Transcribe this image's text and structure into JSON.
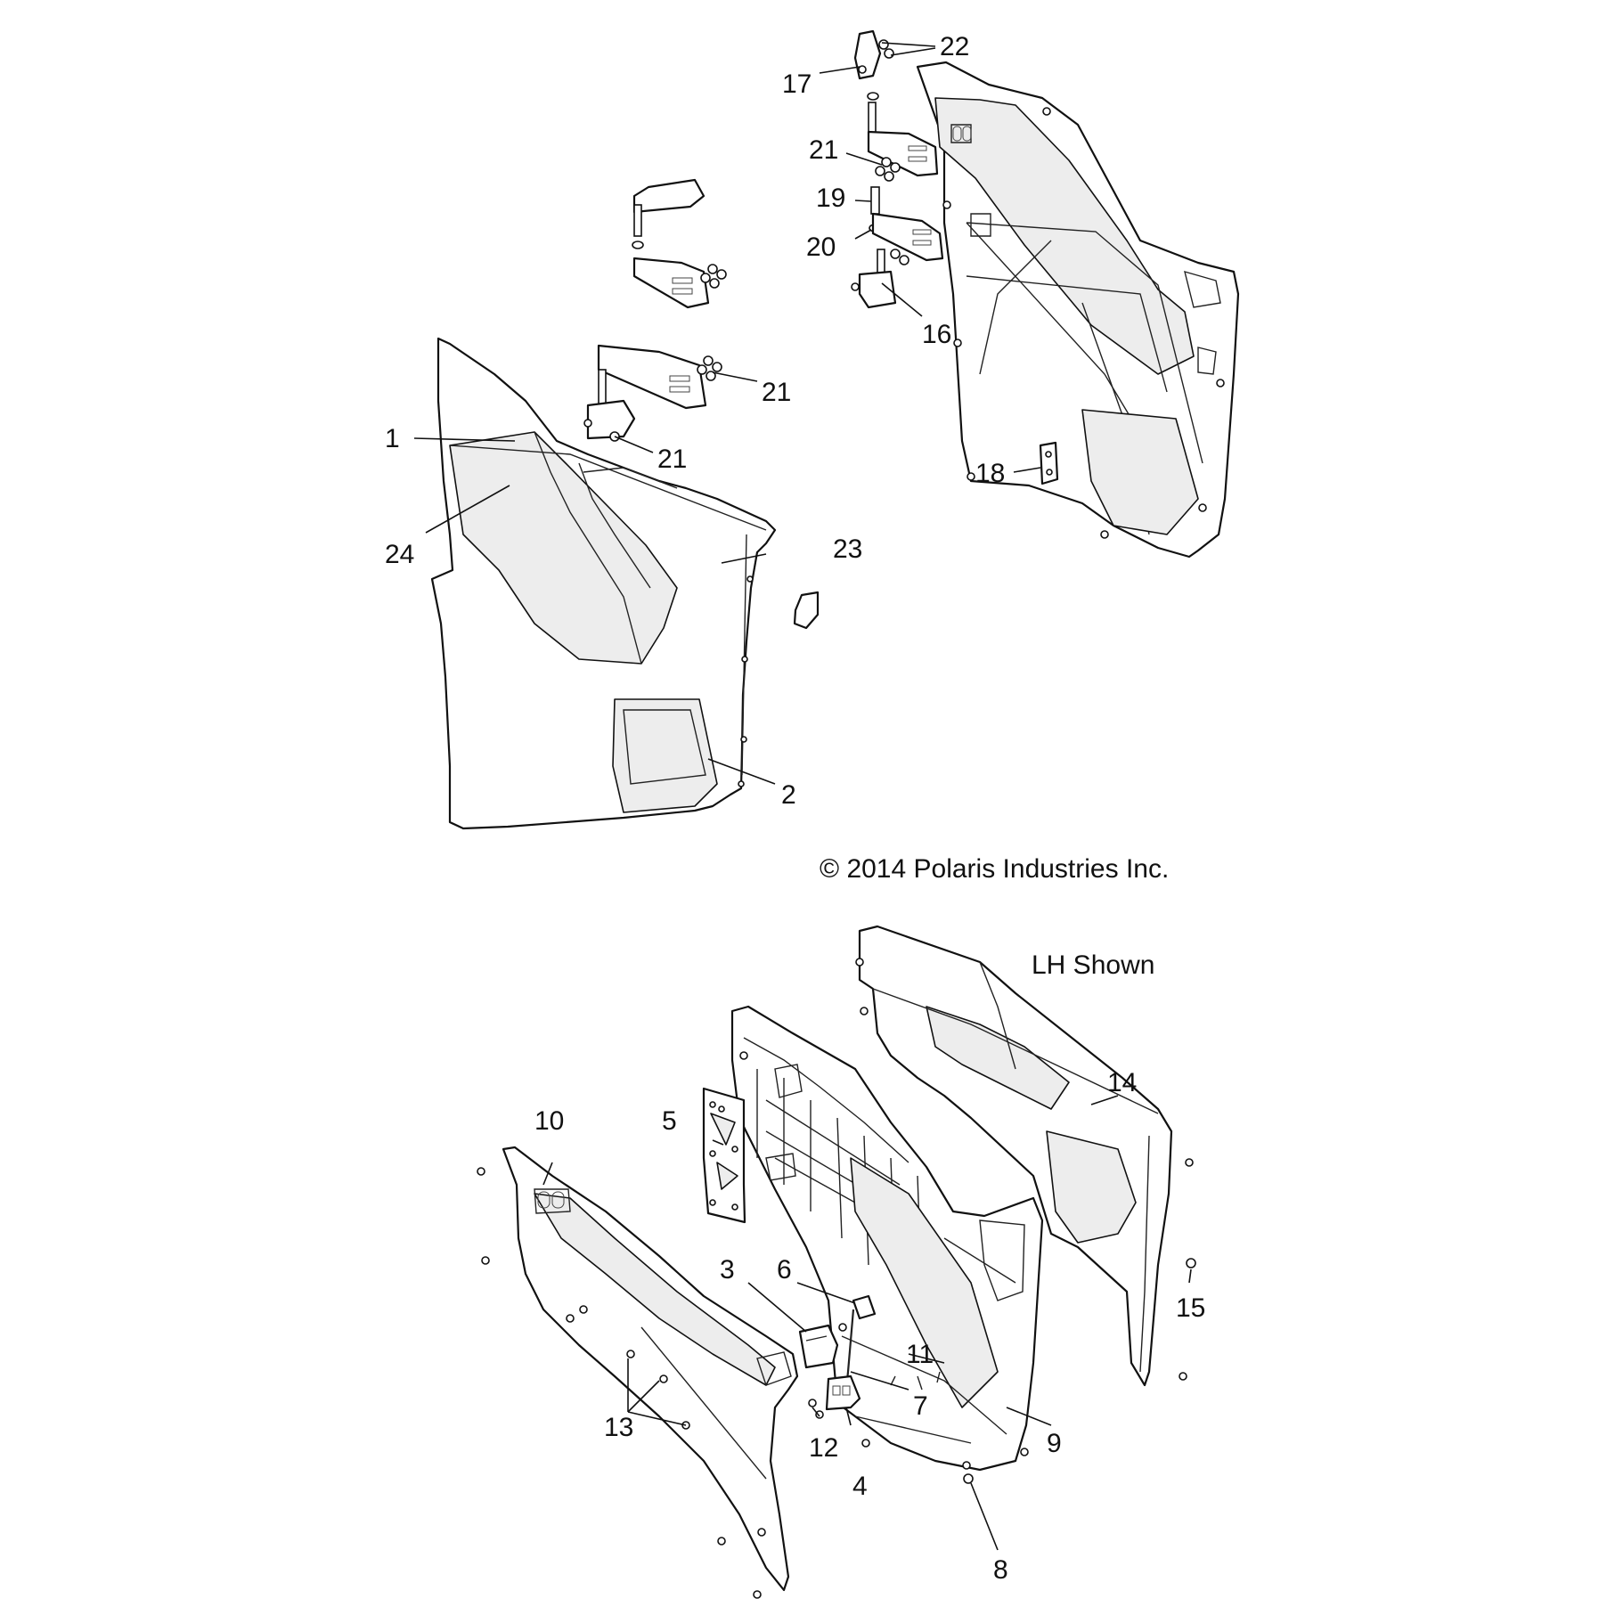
{
  "copyright": "© 2014 Polaris Industries Inc.",
  "note": "LH Shown",
  "callouts": {
    "c1": "1",
    "c2": "2",
    "c3": "3",
    "c4": "4",
    "c5": "5",
    "c6": "6",
    "c7": "7",
    "c8": "8",
    "c9": "9",
    "c10": "10",
    "c11": "11",
    "c12": "12",
    "c13": "13",
    "c14": "14",
    "c15": "15",
    "c16": "16",
    "c17": "17",
    "c18": "18",
    "c19": "19",
    "c20": "20",
    "c21a": "21",
    "c21b": "21",
    "c21c": "21",
    "c22": "22",
    "c23": "23",
    "c24": "24"
  }
}
